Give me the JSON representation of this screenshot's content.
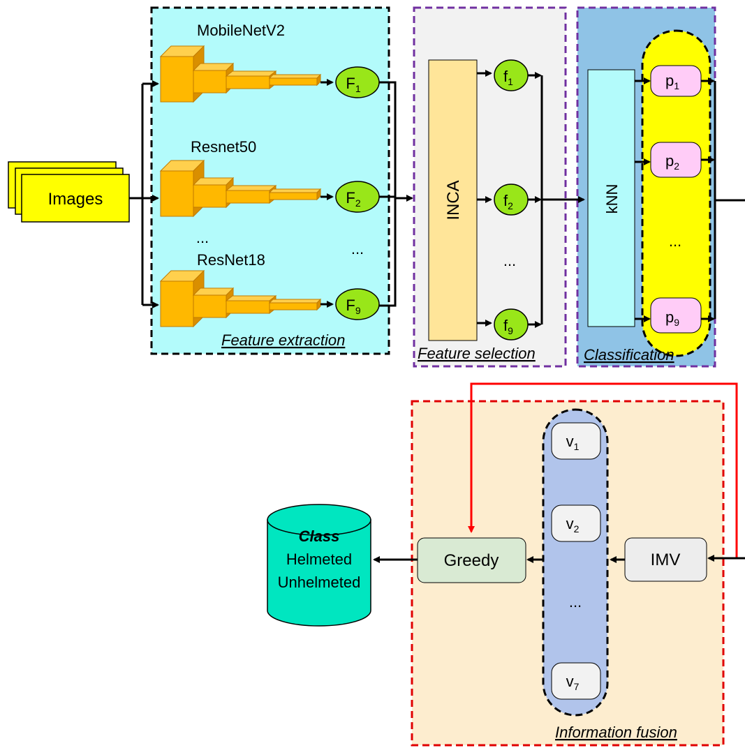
{
  "inputs": {
    "images_label": "Images"
  },
  "feature_extraction": {
    "title": "Feature extraction",
    "nets": [
      {
        "name": "MobileNetV2",
        "output": "F",
        "sub": "1"
      },
      {
        "name": "Resnet50",
        "output": "F",
        "sub": "2"
      },
      {
        "name": "ResNet18",
        "output": "F",
        "sub": "9"
      }
    ],
    "ellipsis_net": "...",
    "ellipsis_out": "..."
  },
  "feature_selection": {
    "title": "Feature selection",
    "method": "INCA",
    "outputs": [
      {
        "label": "f",
        "sub": "1"
      },
      {
        "label": "f",
        "sub": "2"
      },
      {
        "label": "f",
        "sub": "9"
      }
    ],
    "ellipsis": "..."
  },
  "classification": {
    "title": "Classification",
    "classifier": "kNN",
    "predictions": [
      {
        "label": "p",
        "sub": "1"
      },
      {
        "label": "p",
        "sub": "2"
      },
      {
        "label": "p",
        "sub": "9"
      }
    ],
    "ellipsis": "..."
  },
  "information_fusion": {
    "title": "Information fusion",
    "imv": "IMV",
    "greedy": "Greedy",
    "votes": [
      {
        "label": "v",
        "sub": "1"
      },
      {
        "label": "v",
        "sub": "2"
      },
      {
        "label": "v",
        "sub": "7"
      }
    ],
    "ellipsis": "..."
  },
  "result": {
    "title": "Class",
    "classes": [
      "Helmeted",
      "Unhelmeted"
    ]
  },
  "colors": {
    "feature_extraction_bg": "#b3fbfb",
    "feature_selection_bg": "#f2f2f2",
    "classification_bg": "#8fc3e6",
    "fusion_bg": "#fdedcf",
    "net_block": "#ffb800",
    "output_node": "#99e619",
    "prediction_column": "#ffff00",
    "prediction_node": "#ffccf7",
    "vote_column": "#b1c4eb",
    "class_cylinder": "#00e6c0",
    "feedback_arrow": "#ff0000"
  }
}
